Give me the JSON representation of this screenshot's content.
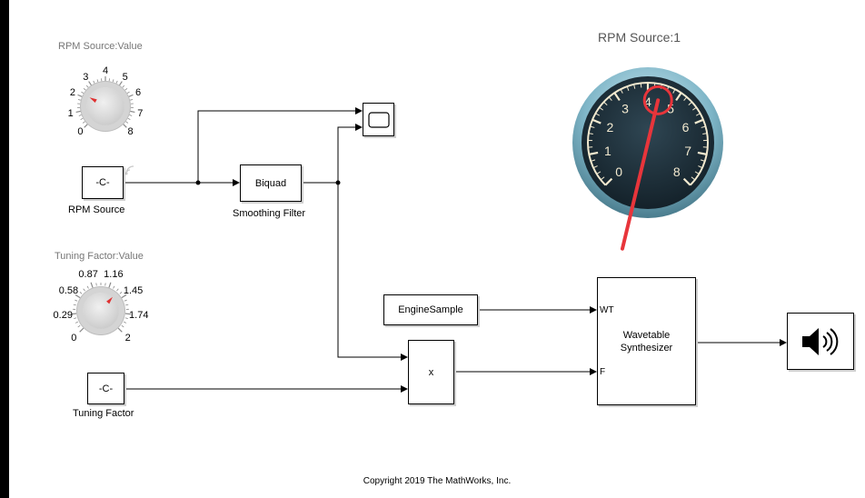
{
  "rpm_knob": {
    "title": "RPM Source:Value",
    "ticks": [
      "0",
      "1",
      "2",
      "3",
      "4",
      "5",
      "6",
      "7",
      "8"
    ],
    "value": 2.2
  },
  "tuning_knob": {
    "title": "Tuning Factor:Value",
    "ticks": [
      "0",
      "0.29",
      "0.58",
      "0.87",
      "1.16",
      "1.45",
      "1.74",
      "2"
    ],
    "value": 1.3
  },
  "blocks": {
    "rpm_source": {
      "text": "-C-",
      "label": "RPM Source"
    },
    "smoothing_filter": {
      "text": "Biquad",
      "label": "Smoothing Filter"
    },
    "engine_sample": {
      "text": "EngineSample"
    },
    "product": {
      "text": "x"
    },
    "wavetable": {
      "text": "Wavetable\nSynthesizer",
      "port_wt": "WT",
      "port_f": "F"
    },
    "tuning_factor": {
      "text": "-C-",
      "label": "Tuning Factor"
    }
  },
  "gauge": {
    "title": "RPM Source:1",
    "ticks": [
      "0",
      "1",
      "2",
      "3",
      "4",
      "5",
      "6",
      "7",
      "8"
    ],
    "value": 4.4
  },
  "colors": {
    "needle": "#e8353b",
    "gauge_face": "#1d2f3a",
    "knob_pointer": "#e03030"
  },
  "icons": [
    "scope-icon",
    "speaker-icon",
    "signal-wireless-icon"
  ],
  "copyright": "Copyright 2019 The MathWorks, Inc."
}
